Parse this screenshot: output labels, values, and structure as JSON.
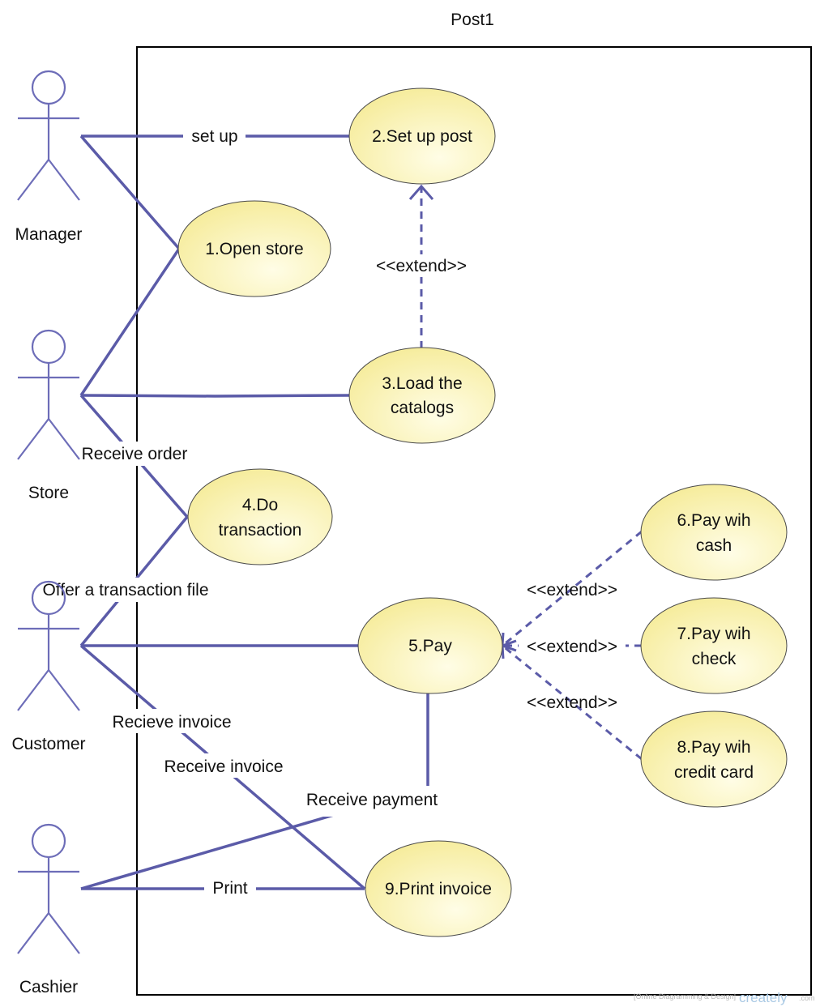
{
  "title": "Post1",
  "actors": {
    "manager": "Manager",
    "store": "Store",
    "customer": "Customer",
    "cashier": "Cashier"
  },
  "use_cases": {
    "uc1": [
      "1.Open store"
    ],
    "uc2": [
      "2.Set up post"
    ],
    "uc3": [
      "3.Load the",
      "catalogs"
    ],
    "uc4": [
      "4.Do",
      "transaction"
    ],
    "uc5": [
      "5.Pay"
    ],
    "uc6": [
      "6.Pay wih",
      "cash"
    ],
    "uc7": [
      "7.Pay wih",
      "check"
    ],
    "uc8": [
      "8.Pay wih",
      "credit card"
    ],
    "uc9": [
      "9.Print invoice"
    ]
  },
  "association_labels": {
    "set_up": "set up",
    "receive_order": "Receive order",
    "offer_transaction_file": "Offer a transaction file",
    "recieve_invoice": "Recieve invoice",
    "receive_invoice": "Receive invoice",
    "receive_payment": "Receive payment",
    "print": "Print"
  },
  "extend_label": "<<extend>>",
  "watermark": {
    "tagline": "[Online Diagramming & Design]",
    "brand": "creately",
    "suffix": ".com"
  },
  "colors": {
    "line": "#5b5ba8",
    "actor": "#6d6db8",
    "usecase_fill_light": "#fffde6",
    "usecase_fill_dark": "#f6ec9c",
    "usecase_stroke": "#4a4a4a"
  }
}
